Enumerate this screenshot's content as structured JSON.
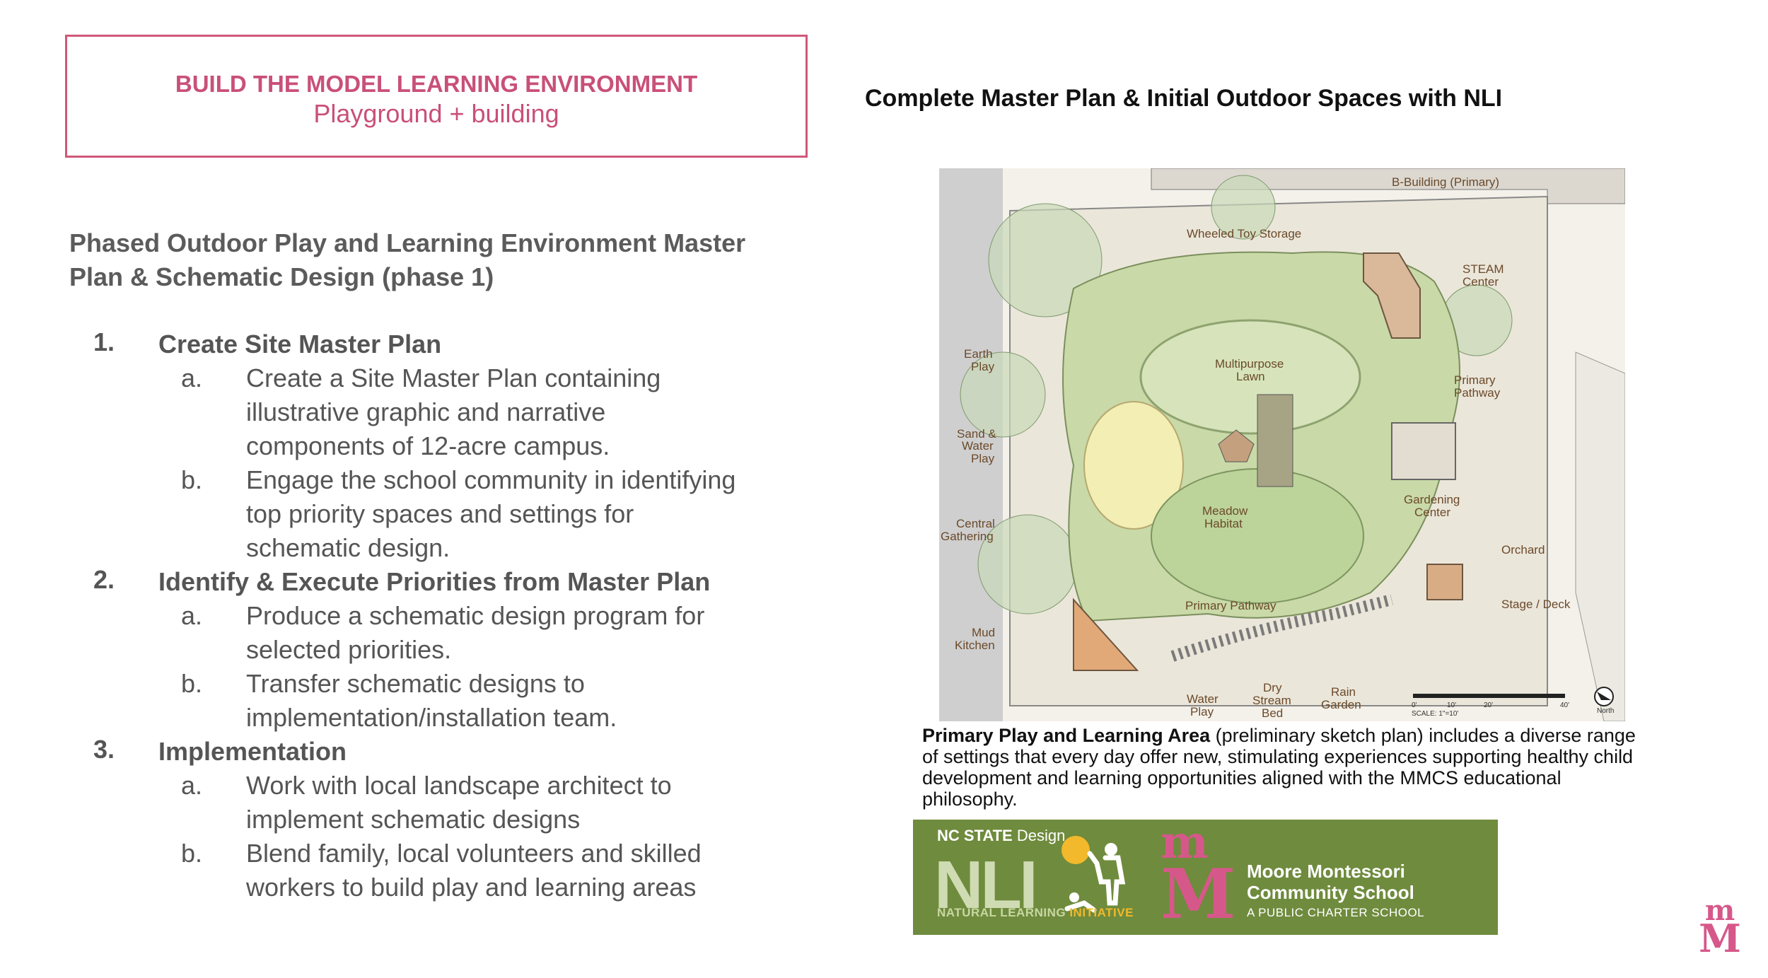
{
  "title_box": {
    "title": "BUILD THE MODEL LEARNING ENVIRONMENT",
    "subtitle": "Playground + building"
  },
  "left": {
    "heading_line1": "Phased Outdoor Play and Learning Environment Master",
    "heading_line2": "Plan & Schematic Design (phase 1)",
    "items": [
      {
        "num": "1.",
        "title": "Create Site Master Plan",
        "subs": [
          {
            "letter": "a.",
            "lines": [
              "Create a Site Master Plan containing",
              "illustrative graphic and narrative",
              "components of 12-acre campus."
            ]
          },
          {
            "letter": "b.",
            "lines": [
              "Engage the school community in identifying",
              "top priority spaces and settings for",
              "schematic design."
            ]
          }
        ]
      },
      {
        "num": "2.",
        "title": "Identify & Execute Priorities from Master Plan",
        "subs": [
          {
            "letter": "a.",
            "lines": [
              "Produce a schematic design program for",
              "selected priorities."
            ]
          },
          {
            "letter": "b.",
            "lines": [
              "Transfer schematic designs to",
              "implementation/installation team."
            ]
          }
        ]
      },
      {
        "num": "3.",
        "title": "Implementation",
        "subs": [
          {
            "letter": "a.",
            "lines": [
              "Work with local landscape architect to",
              "implement schematic designs"
            ]
          },
          {
            "letter": "b.",
            "lines": [
              "Blend family, local volunteers and skilled",
              "workers to build play and learning areas"
            ]
          }
        ]
      }
    ]
  },
  "right": {
    "title": "Complete Master Plan & Initial Outdoor Spaces  with NLI",
    "plan_labels": {
      "b_building": "B-Building (Primary)",
      "wheeled_toy_storage": "Wheeled Toy Storage",
      "steam_center_1": "STEAM",
      "steam_center_2": "Center",
      "earth_play_1": "Earth",
      "earth_play_2": "Play",
      "multipurpose_1": "Multipurpose",
      "multipurpose_2": "Lawn",
      "primary_pathway_1": "Primary",
      "primary_pathway_2": "Pathway",
      "sand_water_1": "Sand &",
      "sand_water_2": "Water",
      "sand_water_3": "Play",
      "gardening_1": "Gardening",
      "gardening_2": "Center",
      "meadow_1": "Meadow",
      "meadow_2": "Habitat",
      "central_1": "Central",
      "central_2": "Gathering",
      "orchard": "Orchard",
      "primary_pathway_bottom": "Primary Pathway",
      "stage_deck": "Stage / Deck",
      "mud_1": "Mud",
      "mud_2": "Kitchen",
      "water_play_1": "Water",
      "water_play_2": "Play",
      "dry_1": "Dry",
      "dry_2": "Stream",
      "dry_3": "Bed",
      "rain_1": "Rain",
      "rain_2": "Garden",
      "north": "North",
      "scale": "SCALE: 1\"=10'",
      "scale_0": "0'",
      "scale_10": "10'",
      "scale_20": "20'",
      "scale_40": "40'"
    },
    "caption_bold": "Primary Play and Learning Area",
    "caption_rest": " (preliminary sketch plan) includes a diverse range of settings that every day offer new, stimulating experiences supporting healthy child development and learning opportunities aligned with the MMCS educational philosophy."
  },
  "logos": {
    "nc_state_bold": "NC STATE",
    "nc_state_rest": " Design",
    "nli_letters": "NLI",
    "nli_line_a": "NATURAL LEARNING ",
    "nli_line_b": "INITIATIVE",
    "mm_top": "m",
    "mm_bottom": "M",
    "school_line1": "Moore Montessori",
    "school_line2": "Community School",
    "school_sub": "A PUBLIC CHARTER SCHOOL"
  },
  "corner": {
    "top": "m",
    "bottom": "M"
  },
  "colors": {
    "accent_pink": "#c95078",
    "logo_green": "#6f8b3d",
    "logo_gold": "#f1b92b"
  }
}
